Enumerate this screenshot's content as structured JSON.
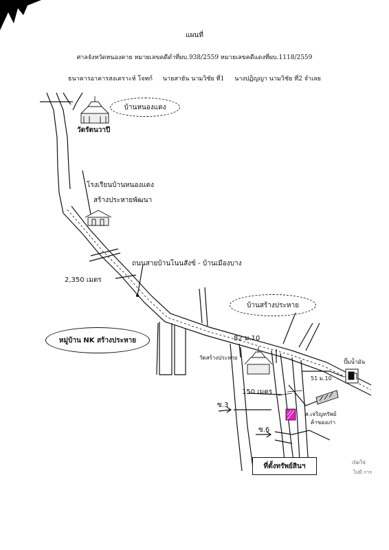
{
  "header": {
    "title": "แผนที่",
    "court_line": "ศาลจังหวัดหนองคาย หมายเลขคดีดำที่ผบ.938/2559 หมายเลขคดีแดงที่ผบ.1118/2559",
    "plaintiff": "ธนาคารอาคารสงเคราะห์ โจทก์",
    "defendant1": "นายสายัน นามวิชัย ที่1",
    "defendant2": "นางปฏิญญา นามวิชัย ที่2 จำเลย"
  },
  "labels": {
    "village_nongdaeng": "บ้านหนองแดง",
    "temple_rattanawapi": "วัดรัตนวาปี",
    "school_line1": "โรงเรียนบ้านหนองแดง",
    "school_line2": "สร้างประหายพัฒนา",
    "road_name": "ถนนสายบ้านโนนสังข์ - บ้านเมืองบาง",
    "distance_2350": "2,350 เมตร",
    "village_sangprahai": "บ้านสร้างประหาย",
    "moo_nk": "หมู่บ้าน NK สร้างประหาย",
    "house_82": "82 ม.10",
    "temple_sangprahai": "วัดสร้างประหาย",
    "gas_station": "ปั๊มน้ำมัน",
    "house_51": "51 ม.10",
    "distance_150": "150 เมตร",
    "soi3": "ซ.3",
    "soi6": "ซ.6",
    "shop_line1": "ส.เจริญทรัพย์",
    "shop_line2": "ค้าของเก่า",
    "property": "ที่ตั้งทรัพย์สินฯ",
    "bleed_line1": "เปิดโซ่",
    "bleed_line2": "ไม่มี การ"
  },
  "colors": {
    "ink": "#111111",
    "property_marker": "#e020c0"
  },
  "icons": [
    "temple-icon",
    "school-icon",
    "gas-pump-icon",
    "property-marker-icon"
  ]
}
